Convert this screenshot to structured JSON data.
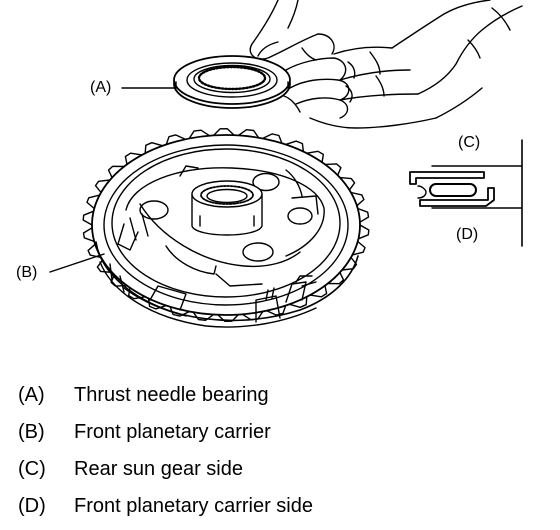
{
  "callouts": {
    "a": "(A)",
    "b": "(B)",
    "c": "(C)",
    "d": "(D)"
  },
  "legend": [
    {
      "key": "(A)",
      "text": "Thrust needle bearing"
    },
    {
      "key": "(B)",
      "text": "Front planetary carrier"
    },
    {
      "key": "(C)",
      "text": "Rear sun gear side"
    },
    {
      "key": "(D)",
      "text": "Front planetary carrier side"
    }
  ]
}
